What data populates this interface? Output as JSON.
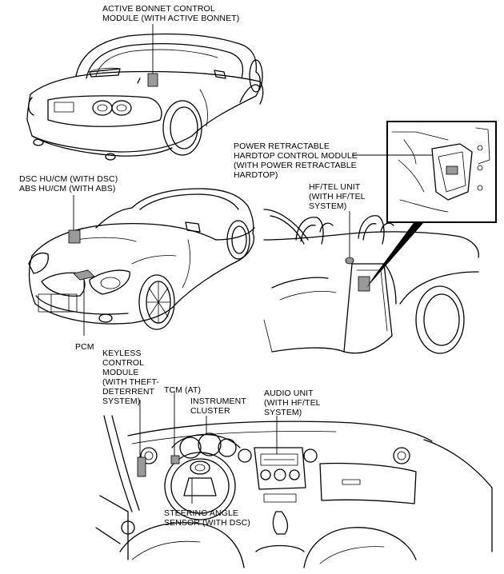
{
  "labels": {
    "active_bonnet": "ACTIVE BONNET CONTROL\nMODULE (WITH ACTIVE BONNET)",
    "dsc_abs": "DSC HU/CM (WITH DSC)\nABS HU/CM (WITH ABS)",
    "pcm": "PCM",
    "power_hardtop": "POWER RETRACTABLE\nHARDTOP CONTROL MODULE\n(WITH POWER RETRACTABLE\nHARDTOP)",
    "hftel": "HF/TEL UNIT\n(WITH HF/TEL\nSYSTEM)",
    "keyless": "KEYLESS\nCONTROL\nMODULE\n(WITH THEFT-\nDETERRENT\nSYSTEM)",
    "tcm": "TCM (AT)",
    "instrument": "INSTRUMENT\nCLUSTER",
    "audio": "AUDIO UNIT\n(WITH HF/TEL\nSYSTEM)",
    "steering": "STEERING ANGLE\nSENSOR (WITH DSC)"
  }
}
